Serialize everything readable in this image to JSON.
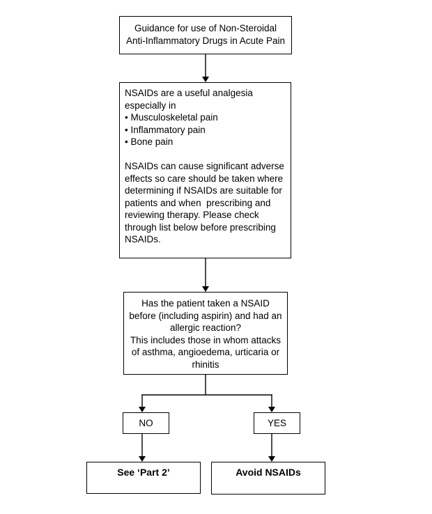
{
  "diagram": {
    "nodes": {
      "title": {
        "text": "Guidance for use of Non-Steroidal\nAnti-Inflammatory Drugs in Acute Pain"
      },
      "info": {
        "text": "NSAIDs are a useful analgesia\nespecially in\n• Musculoskeletal pain\n• Inflammatory pain\n• Bone pain\n\nNSAIDs can cause significant adverse\neffects so care should be taken where\ndetermining if NSAIDs are suitable for\npatients and when  prescribing and\nreviewing therapy. Please check\nthrough list below before prescribing\nNSAIDs."
      },
      "question": {
        "text": "Has the patient taken a NSAID\nbefore (including aspirin) and had an\nallergic reaction?\nThis includes those in whom attacks\nof asthma, angioedema, urticaria or\nrhinitis"
      },
      "no": {
        "label": "NO"
      },
      "yes": {
        "label": "YES"
      },
      "see_part2": {
        "label": "See ‘Part 2’"
      },
      "avoid": {
        "label": "Avoid NSAIDs"
      }
    },
    "colors": {
      "line": "#000000",
      "box_border": "#000000",
      "background": "#ffffff",
      "text": "#000000"
    }
  }
}
